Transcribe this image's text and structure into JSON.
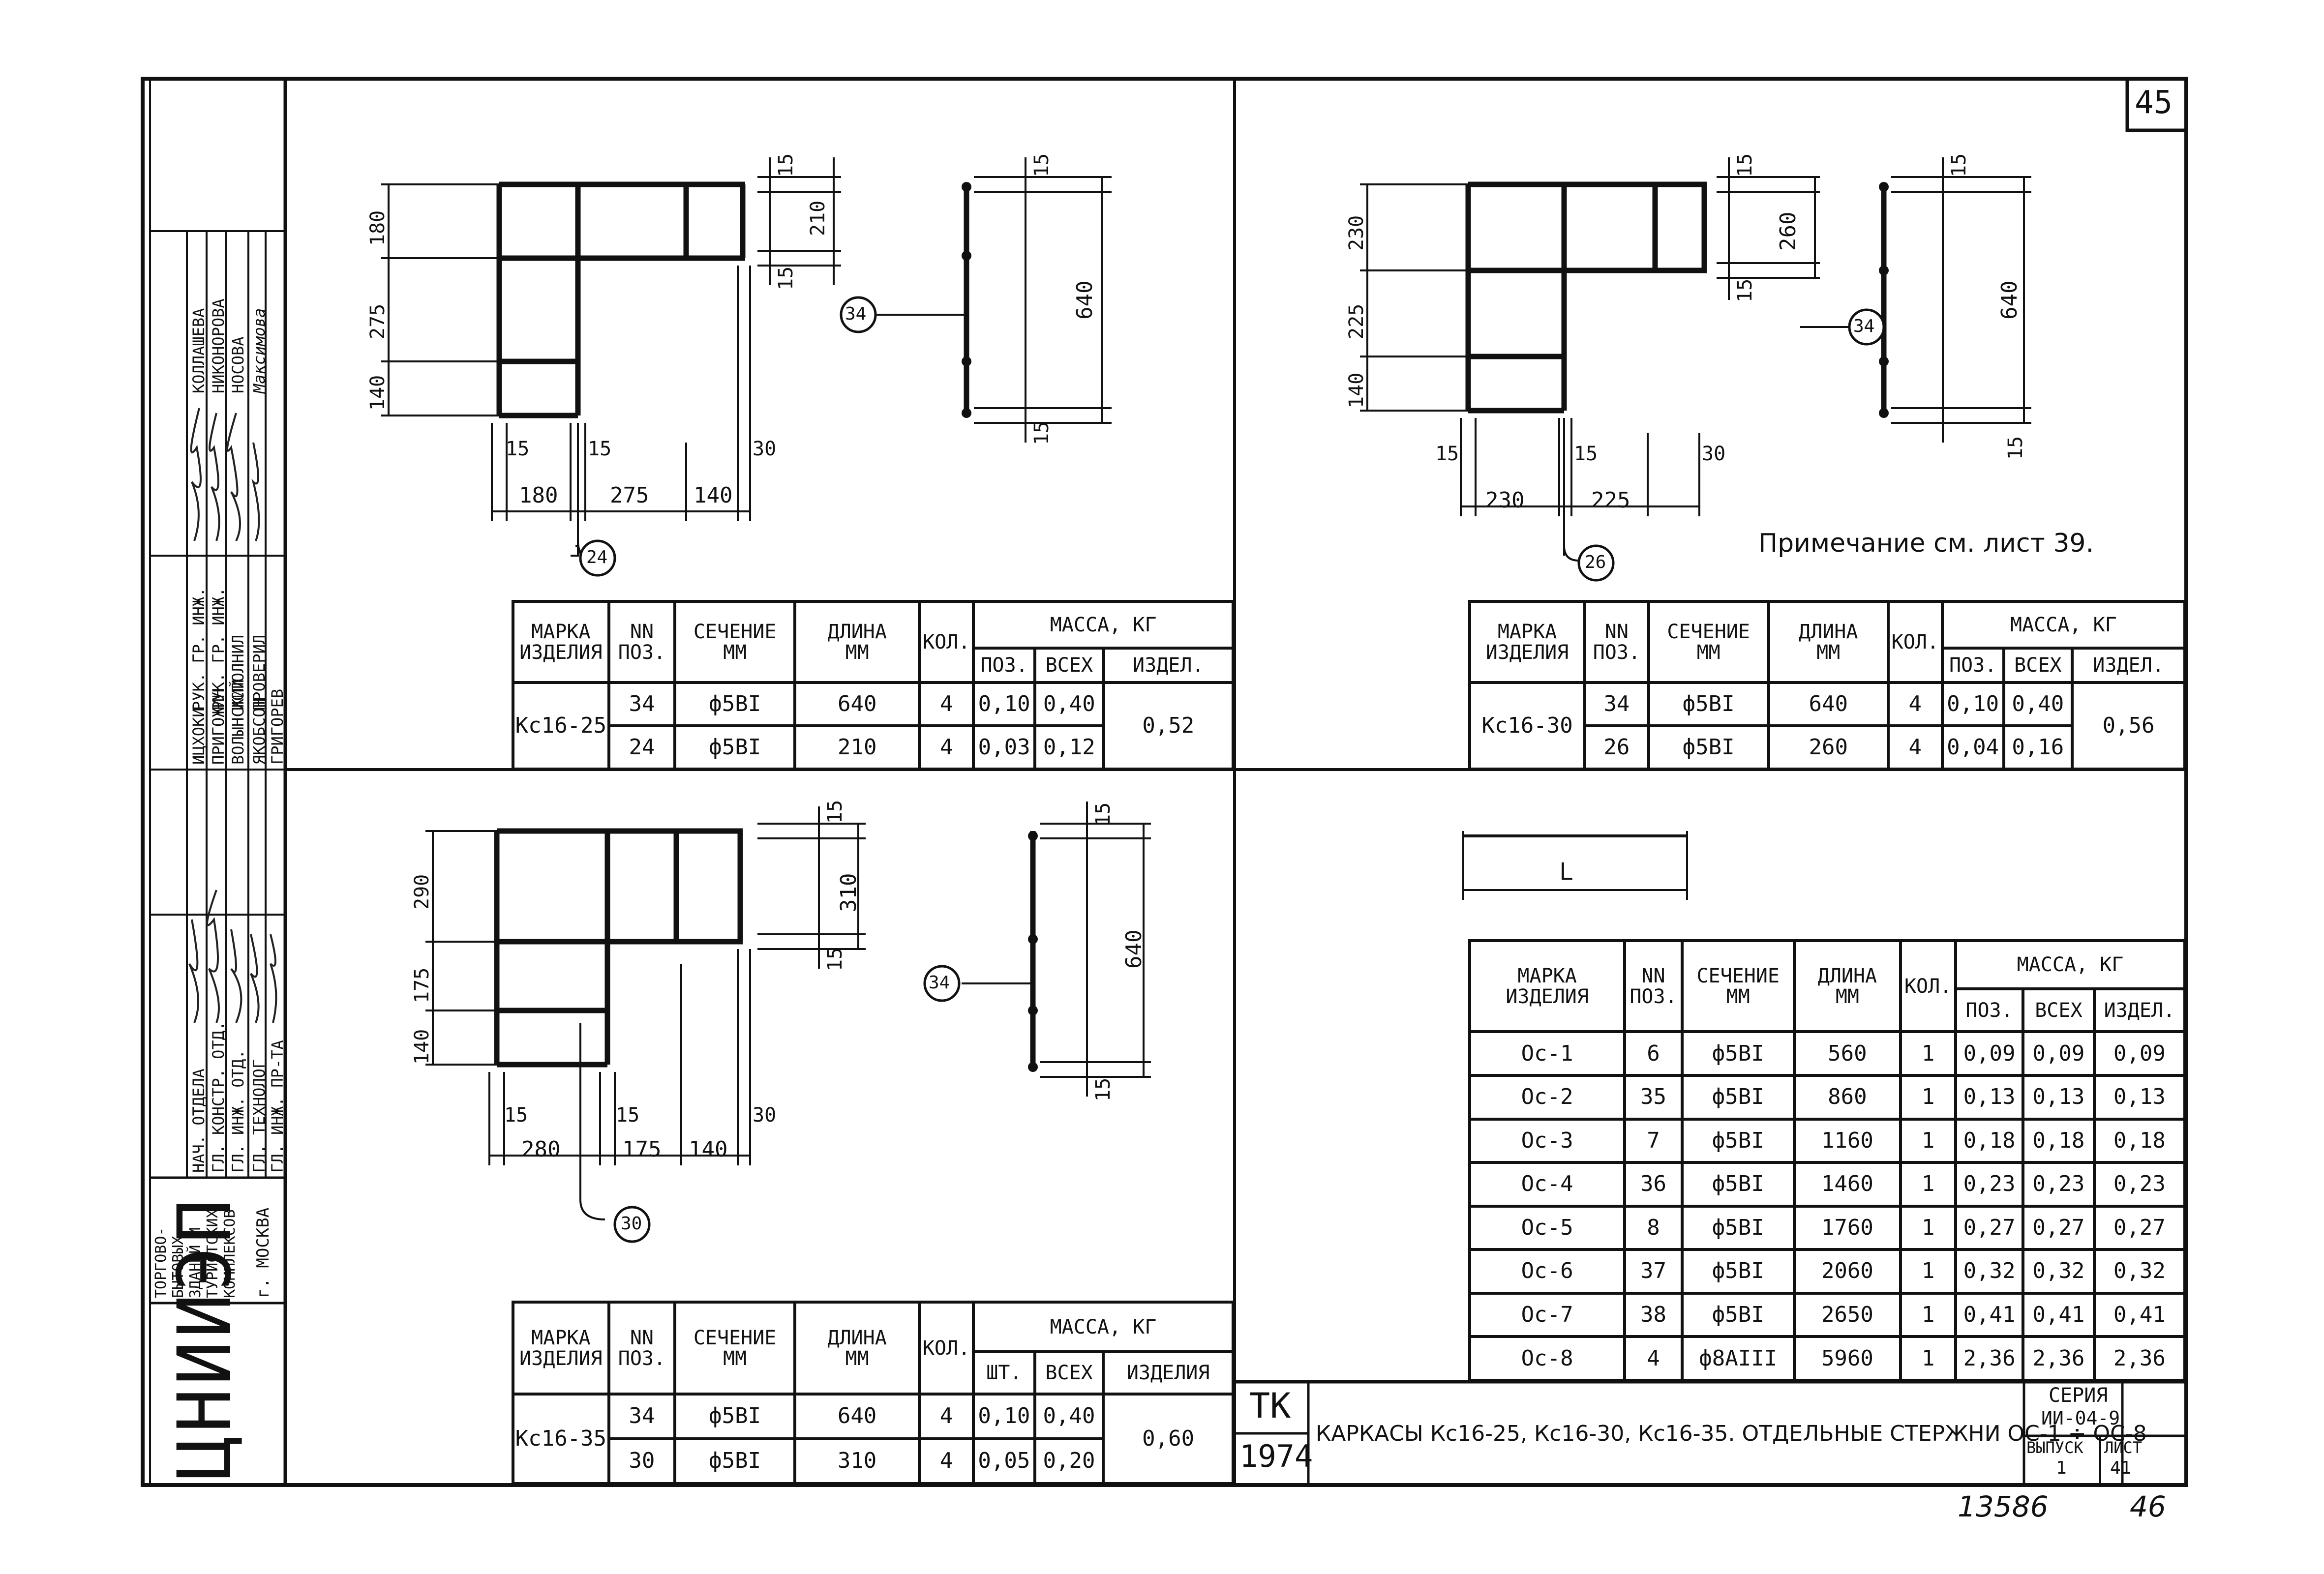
{
  "page": {
    "sheet_corner": "45",
    "handwritten_bottom": [
      "13586",
      "46"
    ]
  },
  "title_block": {
    "org_logo": "ЦНИИЭП",
    "org_text": [
      "ТОРГОВО-",
      "БЫТОВЫХ",
      "ЗДАНИЙ И",
      "ТУРИСТСКИХ",
      "КОМПЛЕКСОВ",
      "г. МОСКВА"
    ],
    "roles": [
      "НАЧ. ОТДЕЛА",
      "ГЛ. КОНСТР. ОТД.",
      "ГЛ. ИНЖ. ОТД.",
      "ГЛ. ТЕХНОЛОГ",
      "ГЛ. ИНЖ. ПР-ТА"
    ],
    "names_a": [
      "ИЦХОКИ",
      "ПРИГОЖИН",
      "ВОЛЫНСКИЙ",
      "ЯКОБСОН",
      "ГРИГОРЕВ"
    ],
    "roles_b": [
      "РУК. ГР. ИНЖ.",
      "РУК. ГР. ИНЖ.",
      "ИСПОЛНИЛ",
      "ПРОВЕРИЛ"
    ],
    "names_b": [
      "КОЛЛАШЕВА",
      "НИКОНОРОВА",
      "НОСОВА",
      "Максимова"
    ],
    "stamp_tk": "ТК",
    "stamp_year": "1974",
    "title": "КАРКАСЫ Кс16-25, Кс16-30, Кс16-35. ОТДЕЛЬНЫЕ СТЕРЖНИ ОС-1 ÷ ОС-8",
    "series_label": "СЕРИЯ",
    "series_value": "ИИ-04-9",
    "issue_label": "ВЫПУСК",
    "issue_value": "1",
    "sheet_label": "ЛИСТ",
    "sheet_value": "41"
  },
  "note": "Примечание см. лист 39.",
  "panels": {
    "kc25": {
      "dims_top": [
        "180",
        "275",
        "140"
      ],
      "dims_bottom": [
        "15",
        "15",
        "30",
        "180",
        "275",
        "140"
      ],
      "dims_right": [
        "15",
        "210",
        "15"
      ],
      "rod": {
        "length": "640",
        "ends": [
          "15",
          "15"
        ],
        "pos": "34"
      },
      "frame_pos": "24"
    },
    "kc30": {
      "dims_top": [
        "230",
        "225",
        "140"
      ],
      "dims_bottom": [
        "15",
        "15",
        "30",
        "230",
        "225"
      ],
      "dims_right": [
        "15",
        "260",
        "15"
      ],
      "rod": {
        "length": "640",
        "ends": [
          "15",
          "15"
        ],
        "pos": "34"
      },
      "frame_pos": "26"
    },
    "kc35": {
      "dims_top": [
        "290",
        "175",
        "140"
      ],
      "dims_bottom": [
        "15",
        "15",
        "30",
        "280",
        "175",
        "140"
      ],
      "dims_right": [
        "15",
        "310",
        "15"
      ],
      "rod": {
        "length": "640",
        "ends": [
          "15",
          "15"
        ],
        "pos": "34"
      },
      "frame_pos": "30"
    },
    "oc": {
      "dim_label": "L"
    }
  },
  "tables": {
    "headers": {
      "mark": [
        "МАРКА",
        "ИЗДЕЛИЯ"
      ],
      "pos": [
        "NN",
        "ПОЗ."
      ],
      "section": [
        "СЕЧЕНИЕ",
        "ММ"
      ],
      "length": [
        "ДЛИНА",
        "ММ"
      ],
      "qty": "КОЛ.",
      "mass": "МАССА, КГ",
      "mass_pos": "ПОЗ.",
      "mass_all": "ВСЕХ",
      "mass_item": "ИЗДЕЛ.",
      "mass_pcs": "ШТ.",
      "mass_item_full": "ИЗДЕЛИЯ"
    },
    "kc25": {
      "mark": "Кс16-25",
      "total": "0,52",
      "rows": [
        [
          "34",
          "ф5ВI",
          "640",
          "4",
          "0,10",
          "0,40"
        ],
        [
          "24",
          "ф5ВI",
          "210",
          "4",
          "0,03",
          "0,12"
        ]
      ]
    },
    "kc30": {
      "mark": "Кс16-30",
      "total": "0,56",
      "rows": [
        [
          "34",
          "ф5ВI",
          "640",
          "4",
          "0,10",
          "0,40"
        ],
        [
          "26",
          "ф5ВI",
          "260",
          "4",
          "0,04",
          "0,16"
        ]
      ]
    },
    "kc35": {
      "mark": "Кс16-35",
      "total": "0,60",
      "rows": [
        [
          "34",
          "ф5ВI",
          "640",
          "4",
          "0,10",
          "0,40"
        ],
        [
          "30",
          "ф5ВI",
          "310",
          "4",
          "0,05",
          "0,20"
        ]
      ]
    },
    "oc": {
      "rows": [
        [
          "Ос-1",
          "6",
          "ф5ВI",
          "560",
          "1",
          "0,09",
          "0,09",
          "0,09"
        ],
        [
          "Ос-2",
          "35",
          "ф5ВI",
          "860",
          "1",
          "0,13",
          "0,13",
          "0,13"
        ],
        [
          "Ос-3",
          "7",
          "ф5ВI",
          "1160",
          "1",
          "0,18",
          "0,18",
          "0,18"
        ],
        [
          "Ос-4",
          "36",
          "ф5ВI",
          "1460",
          "1",
          "0,23",
          "0,23",
          "0,23"
        ],
        [
          "Ос-5",
          "8",
          "ф5ВI",
          "1760",
          "1",
          "0,27",
          "0,27",
          "0,27"
        ],
        [
          "Ос-6",
          "37",
          "ф5ВI",
          "2060",
          "1",
          "0,32",
          "0,32",
          "0,32"
        ],
        [
          "Ос-7",
          "38",
          "ф5ВI",
          "2650",
          "1",
          "0,41",
          "0,41",
          "0,41"
        ],
        [
          "Ос-8",
          "4",
          "ф8АIII",
          "5960",
          "1",
          "2,36",
          "2,36",
          "2,36"
        ]
      ]
    }
  }
}
